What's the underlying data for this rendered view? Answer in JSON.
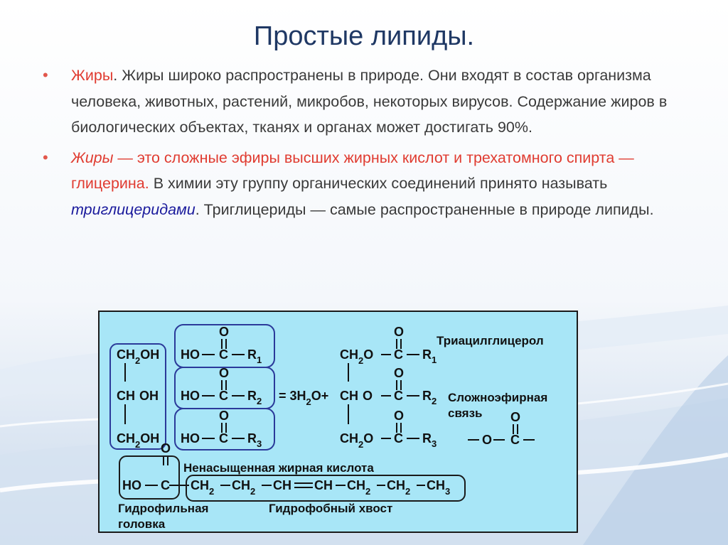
{
  "slide": {
    "title": "Простые липиды."
  },
  "bullet1": {
    "term": "Жиры",
    "text": ". Жиры широко распространены в природе. Они входят в состав организма человека, животных, растений, микробов, некоторых вирусов. Содержание жиров в биологических объектах, тканях и органах может достигать 90%."
  },
  "bullet2": {
    "term": "Жиры",
    "red_text": " — это сложные эфиры высших жирных кислот и трехатомного спирта — глицерина.",
    "text1": " В химии эту группу органических соединений принято называть ",
    "term2": "триглицеридами",
    "text2": ". Триглицериды — самые распространенные в природе липиды."
  },
  "diagram": {
    "labels": {
      "triacylglycerol": "Триацилглицерол",
      "ester_bond_line1": "Сложноэфирная",
      "ester_bond_line2": "связь",
      "unsat_acid": "Ненасыщенная жирная кислота",
      "hydrophilic_line1": "Гидрофильная",
      "hydrophilic_line2": "головка",
      "hydrophobic": "Гидрофобный хвост"
    },
    "formula": {
      "ch2": "CH",
      "ch": "CH",
      "oh": "OH",
      "ho": "HO",
      "o": "O",
      "c": "C",
      "sub2": "2",
      "sub3": "3",
      "r": "R",
      "r1": "1",
      "r2": "2",
      "r3": "3",
      "eq": "= 3H",
      "o_plus": "O+",
      "ch3": "CH"
    },
    "colors": {
      "background": "#a8e6f7",
      "border": "#1a1a1a",
      "outline": "#2b3a9a",
      "text": "#111111"
    }
  }
}
